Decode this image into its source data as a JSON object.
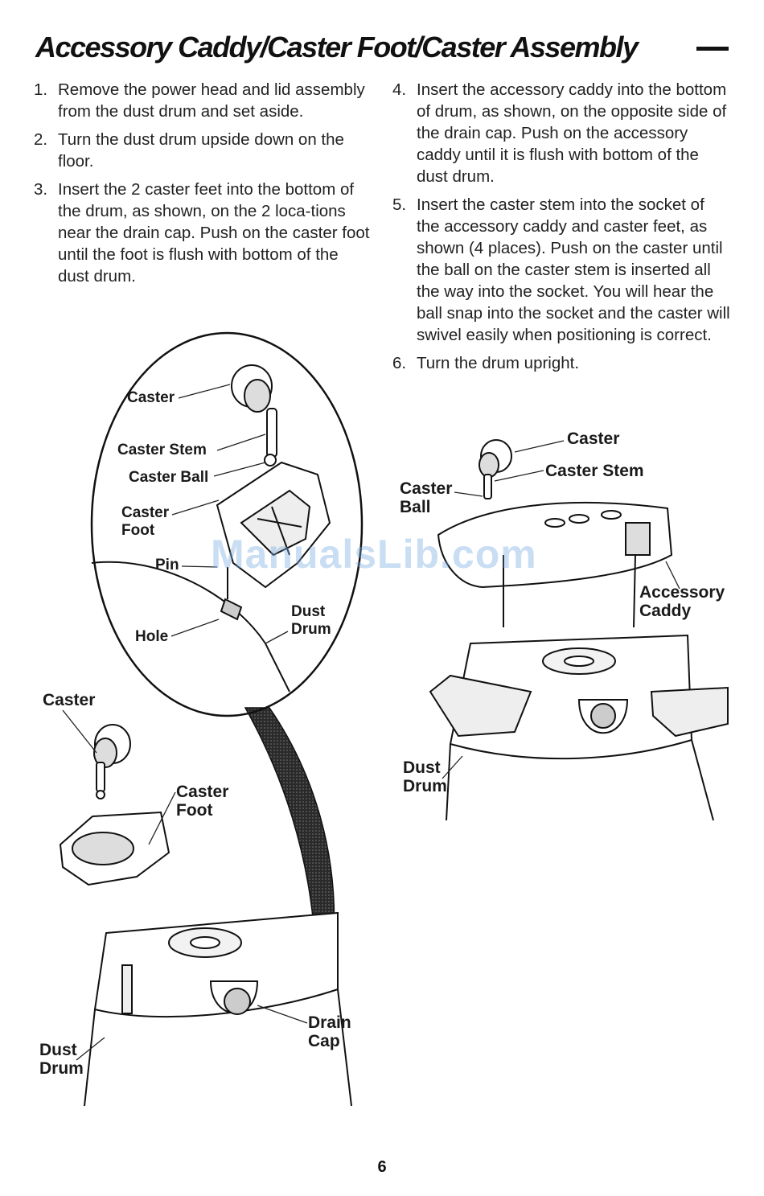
{
  "title": "Accessory Caddy/Caster Foot/Caster Assembly",
  "steps_left": [
    {
      "num": "1.",
      "text": "Remove the power head and lid assembly from the dust drum and set aside."
    },
    {
      "num": "2.",
      "text": "Turn the dust drum upside down on the floor."
    },
    {
      "num": "3.",
      "text": "Insert the 2 caster feet into the bottom of the drum, as shown, on the 2 loca-tions near the drain cap. Push on the caster foot until the foot is flush with bottom of the dust drum."
    }
  ],
  "steps_right": [
    {
      "num": "4.",
      "text": "Insert the accessory caddy into the bottom of drum, as shown, on the opposite side of the drain cap. Push on the accessory caddy until it is flush with bottom of the dust drum."
    },
    {
      "num": "5.",
      "text": "Insert the caster stem into the socket of the accessory caddy and caster feet, as shown (4 places). Push on the caster until the ball on the caster stem is inserted all the way into the socket. You will hear the ball snap into the socket and the caster will swivel easily when positioning is correct."
    },
    {
      "num": "6.",
      "text": "Turn the drum upright."
    }
  ],
  "left_figure": {
    "detail": {
      "caster": "Caster",
      "caster_stem": "Caster Stem",
      "caster_ball": "Caster Ball",
      "caster_foot": "Caster\nFoot",
      "pin": "Pin",
      "hole": "Hole",
      "dust_drum": "Dust\nDrum"
    },
    "caster": "Caster",
    "caster_foot": "Caster\nFoot",
    "dust_drum": "Dust\nDrum",
    "drain_cap": "Drain\nCap"
  },
  "right_figure": {
    "caster": "Caster",
    "caster_stem": "Caster Stem",
    "caster_ball": "Caster\nBall",
    "accessory_caddy": "Accessory\nCaddy",
    "dust_drum": "Dust\nDrum"
  },
  "watermark": "ManualsLib.com",
  "page_number": "6"
}
